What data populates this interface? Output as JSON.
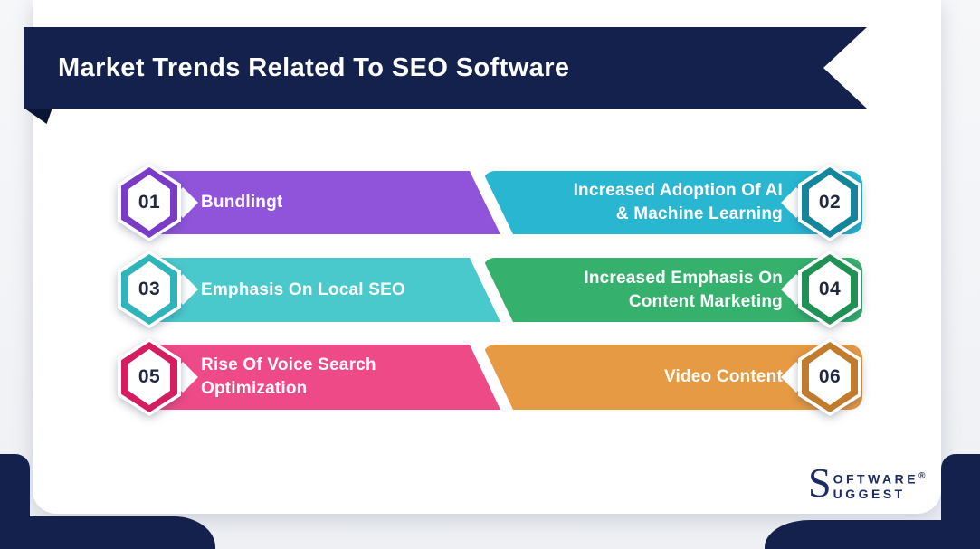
{
  "title": "Market Trends Related To SEO Software",
  "items": [
    {
      "number": "01",
      "lines": [
        "Bundlingt",
        ""
      ],
      "fill": "#8f54da",
      "border": "#7a3cc5"
    },
    {
      "number": "02",
      "lines": [
        "Increased Adoption Of AI",
        "& Machine Learning"
      ],
      "fill": "#28b6d0",
      "border": "#15859c"
    },
    {
      "number": "03",
      "lines": [
        "Emphasis On Local SEO",
        ""
      ],
      "fill": "#4ac9cd",
      "border": "#2fb4b9"
    },
    {
      "number": "04",
      "lines": [
        "Increased Emphasis On",
        "Content Marketing"
      ],
      "fill": "#35b16d",
      "border": "#1f9155"
    },
    {
      "number": "05",
      "lines": [
        "Rise Of Voice Search",
        "Optimization"
      ],
      "fill": "#ef4a88",
      "border": "#d51d62"
    },
    {
      "number": "06",
      "lines": [
        "Video Content",
        ""
      ],
      "fill": "#e59a43",
      "border": "#c07c2c"
    }
  ],
  "logo": {
    "initial": "S",
    "line1": "OFTWARE",
    "line2": "UGGEST",
    "registered": "®"
  },
  "colors": {
    "navy": "#15214d",
    "fold": "#0a1434",
    "card": "#ffffff",
    "page": "#eef0f4",
    "number_text": "#1f2840",
    "label_text": "#ffffff"
  }
}
